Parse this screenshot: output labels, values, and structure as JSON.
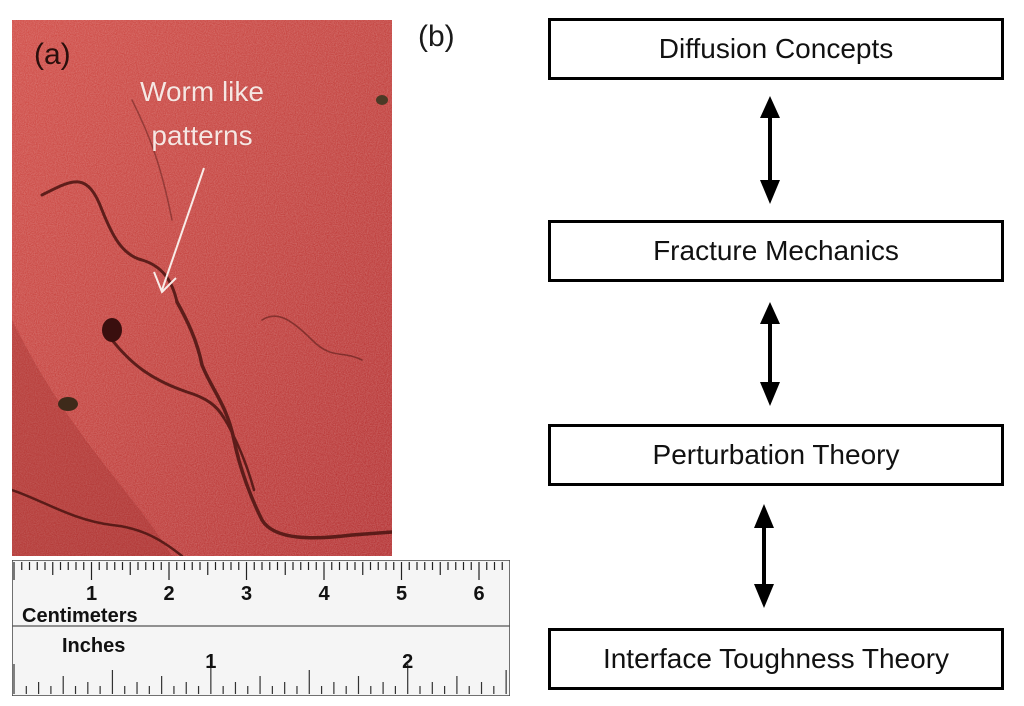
{
  "panel_a": {
    "label": "(a)",
    "annotation_line1": "Worm like",
    "annotation_line2": "patterns"
  },
  "panel_b": {
    "label": "(b)",
    "boxes": [
      "Diffusion Concepts",
      "Fracture Mechanics",
      "Perturbation Theory",
      "Interface Toughness Theory"
    ],
    "connector": "double-headed-arrow"
  },
  "ruler": {
    "cm_label": "Centimeters",
    "inch_label": "Inches",
    "cm_numbers": [
      "1",
      "2",
      "3",
      "4",
      "5",
      "6"
    ],
    "inch_numbers": [
      "1",
      "2"
    ]
  },
  "colors": {
    "photo_base": "#c1403c",
    "crack": "#4a1411",
    "box_border": "#000000"
  }
}
